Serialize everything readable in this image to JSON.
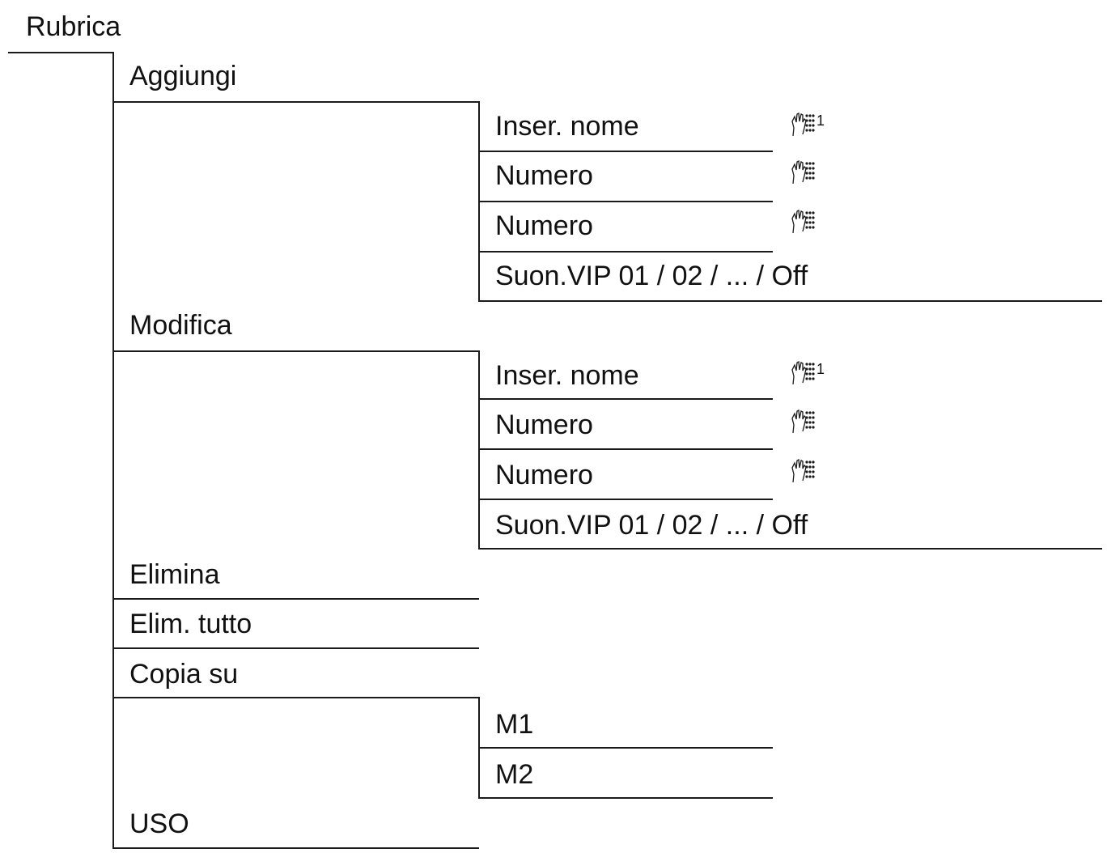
{
  "menu": {
    "root": "Rubrica",
    "items": [
      {
        "label": "Aggiungi",
        "children": [
          {
            "label": "Inser. nome",
            "icon": "keypad-icon",
            "icon_suffix": "1"
          },
          {
            "label": "Numero",
            "icon": "keypad-icon"
          },
          {
            "label": "Numero",
            "icon": "keypad-icon"
          },
          {
            "label": "Suon.VIP 01 / 02 / ... / Off"
          }
        ]
      },
      {
        "label": "Modifica",
        "children": [
          {
            "label": "Inser. nome",
            "icon": "keypad-icon",
            "icon_suffix": "1"
          },
          {
            "label": "Numero",
            "icon": "keypad-icon"
          },
          {
            "label": "Numero",
            "icon": "keypad-icon"
          },
          {
            "label": "Suon.VIP 01 / 02 / ... / Off"
          }
        ]
      },
      {
        "label": "Elimina"
      },
      {
        "label": "Elim. tutto"
      },
      {
        "label": "Copia su",
        "children": [
          {
            "label": "M1"
          },
          {
            "label": "M2"
          }
        ]
      },
      {
        "label": "USO"
      }
    ]
  }
}
